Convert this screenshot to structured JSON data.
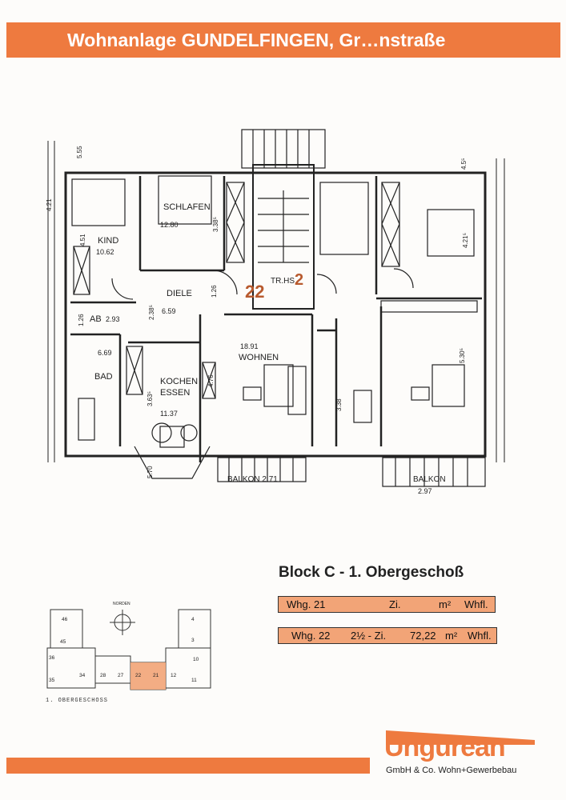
{
  "header": {
    "title": "Wohnanlage GUNDELFINGEN, Gr…nstraße"
  },
  "plan": {
    "rooms": {
      "kind": "KIND",
      "kind_area": "10.62",
      "schlafen": "SCHLAFEN",
      "schlafen_area": "12.80",
      "diele": "DIELE",
      "diele_area": "6.59",
      "ab": "AB",
      "ab_area": "2.93",
      "bad": "BAD",
      "bad_area": "6.69",
      "kochen": "KOCHEN",
      "essen": "ESSEN",
      "kochen_area": "11.37",
      "wohnen": "WOHNEN",
      "wohnen_area": "18.91",
      "balkon_left": "BALKON 2.71",
      "balkon_right": "BALKON",
      "balkon_right_area": "2.97",
      "trhs": "TR.HS"
    },
    "unit_marks": {
      "left": "22",
      "right": "2"
    },
    "dims": {
      "d1": "5.55",
      "d2": "4.21",
      "d3": "4.51",
      "d4": "3.38⁵",
      "d5": "1.26",
      "d6": "2.38⁵",
      "d7": "1.26",
      "d8": "3.63⁵",
      "d9": "5.70",
      "d10": "4.21⁵",
      "d11": "5.30⁵",
      "d12": "3.38",
      "d13": "4.76",
      "d14": "4.5⁵"
    }
  },
  "block": {
    "title": "Block C - 1. Obergeschoß"
  },
  "units": [
    {
      "whg": "Whg. 21",
      "zi": "Zi.",
      "area_unit": "m²",
      "whfl": "Whfl."
    },
    {
      "whg": "Whg. 22",
      "zi": "2½ - Zi.",
      "area": "72,22",
      "area_unit": "m²",
      "whfl": "Whfl."
    }
  ],
  "keyplan": {
    "north": "NORDEN",
    "numbers": [
      "46",
      "45",
      "36",
      "35",
      "34",
      "28",
      "27",
      "22",
      "21",
      "12",
      "11",
      "10",
      "4",
      "3"
    ],
    "caption": "1. OBERGESCHOSS"
  },
  "company": {
    "name": "Ungurean",
    "subtitle": "GmbH & Co. Wohn+Gewerbebau"
  },
  "colors": {
    "accent": "#ee7a3f",
    "unit_fill": "#f2a477"
  }
}
